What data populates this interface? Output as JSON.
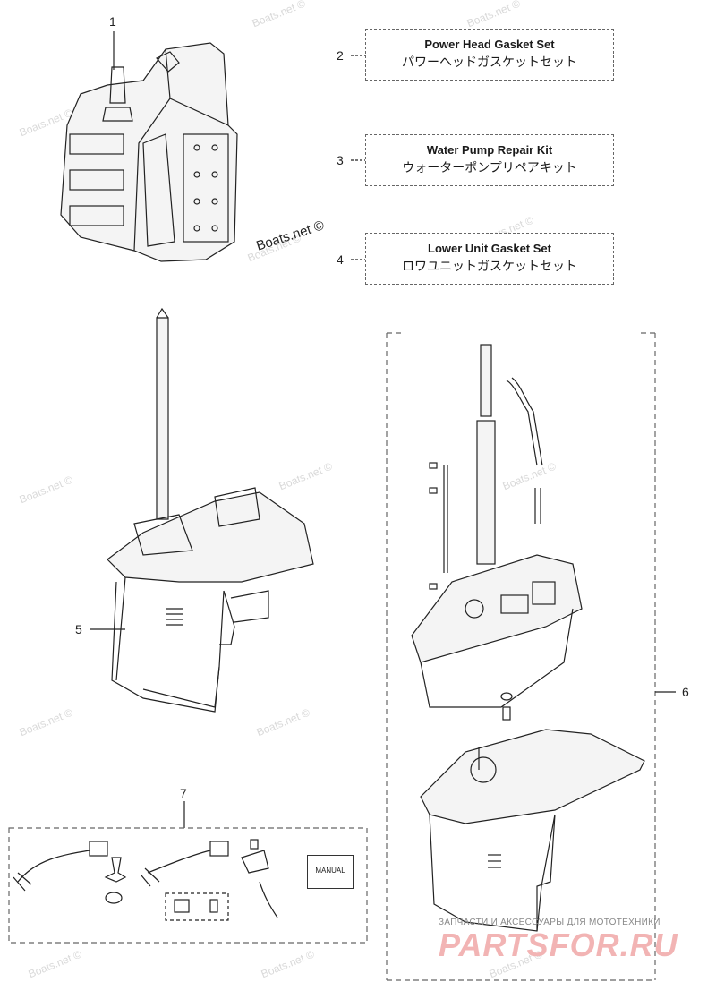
{
  "callouts": {
    "n1": "1",
    "n2": "2",
    "n3": "3",
    "n4": "4",
    "n5": "5",
    "n6": "6",
    "n7": "7"
  },
  "kits": [
    {
      "en": "Power Head Gasket Set",
      "jp": "パワーヘッドガスケットセット"
    },
    {
      "en": "Water Pump Repair Kit",
      "jp": "ウォーターポンプリペアキット"
    },
    {
      "en": "Lower Unit Gasket Set",
      "jp": "ロワユニットガスケットセット"
    }
  ],
  "credit": "Boats.net ©",
  "watermark": "Boats.net ©",
  "manual_label": "MANUAL",
  "site": {
    "tagline": "ЗАПЧАСТИ И АКСЕССУАРЫ ДЛЯ МОТОТЕХНИКИ",
    "logo": "PARTSFOR.RU"
  },
  "colors": {
    "line": "#222222",
    "dash": "#666666",
    "logo": "#f2b4b4"
  }
}
